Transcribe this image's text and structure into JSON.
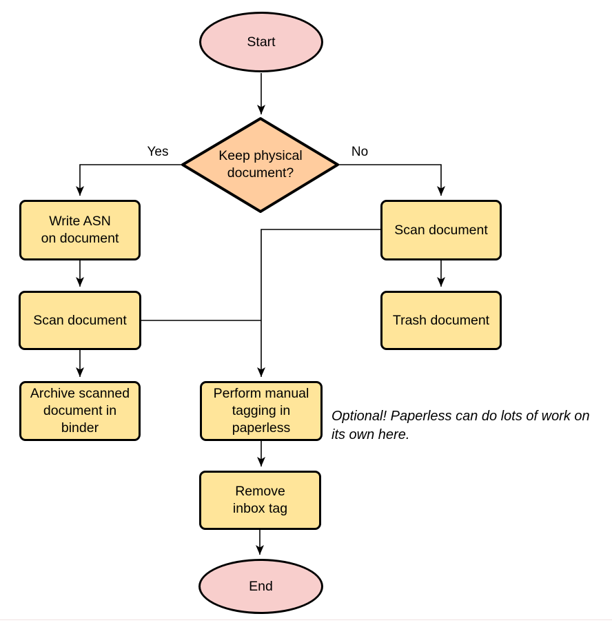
{
  "diagram": {
    "type": "flowchart",
    "background_color": "#ffffff",
    "nodes": {
      "start": {
        "label": "Start",
        "shape": "terminator",
        "fill": "#f8cecc"
      },
      "decision": {
        "label": "Keep physical\ndocument?",
        "shape": "decision",
        "fill": "#ffcc9e"
      },
      "write_asn": {
        "label": "Write ASN\non document",
        "shape": "process",
        "fill": "#ffe59a"
      },
      "scan_left": {
        "label": "Scan document",
        "shape": "process",
        "fill": "#ffe59a"
      },
      "archive": {
        "label": "Archive scanned\ndocument in\nbinder",
        "shape": "process",
        "fill": "#ffe59a"
      },
      "scan_right": {
        "label": "Scan document",
        "shape": "process",
        "fill": "#ffe59a"
      },
      "trash": {
        "label": "Trash document",
        "shape": "process",
        "fill": "#ffe59a"
      },
      "tagging": {
        "label": "Perform manual\ntagging in\npaperless",
        "shape": "process",
        "fill": "#ffe59a"
      },
      "remove_tag": {
        "label": "Remove\ninbox tag",
        "shape": "process",
        "fill": "#ffe59a"
      },
      "end": {
        "label": "End",
        "shape": "terminator",
        "fill": "#f8cecc"
      }
    },
    "edge_labels": {
      "yes": "Yes",
      "no": "No"
    },
    "edges": [
      {
        "from": "start",
        "to": "decision",
        "label": ""
      },
      {
        "from": "decision",
        "to": "write_asn",
        "label": "Yes"
      },
      {
        "from": "decision",
        "to": "scan_right",
        "label": "No"
      },
      {
        "from": "write_asn",
        "to": "scan_left",
        "label": ""
      },
      {
        "from": "scan_left",
        "to": "archive",
        "label": ""
      },
      {
        "from": "scan_left",
        "to": "tagging",
        "label": ""
      },
      {
        "from": "scan_right",
        "to": "trash",
        "label": ""
      },
      {
        "from": "scan_right",
        "to": "tagging",
        "label": ""
      },
      {
        "from": "tagging",
        "to": "remove_tag",
        "label": ""
      },
      {
        "from": "remove_tag",
        "to": "end",
        "label": ""
      }
    ],
    "annotation": "Optional! Paperless can do lots of work on\nits own here.",
    "colors": {
      "terminator_fill": "#f8cecc",
      "decision_fill": "#ffcc9e",
      "process_fill": "#ffe59a",
      "stroke": "#000000",
      "connector": "#000000",
      "bottom_rule": "#f0e1e1"
    }
  }
}
